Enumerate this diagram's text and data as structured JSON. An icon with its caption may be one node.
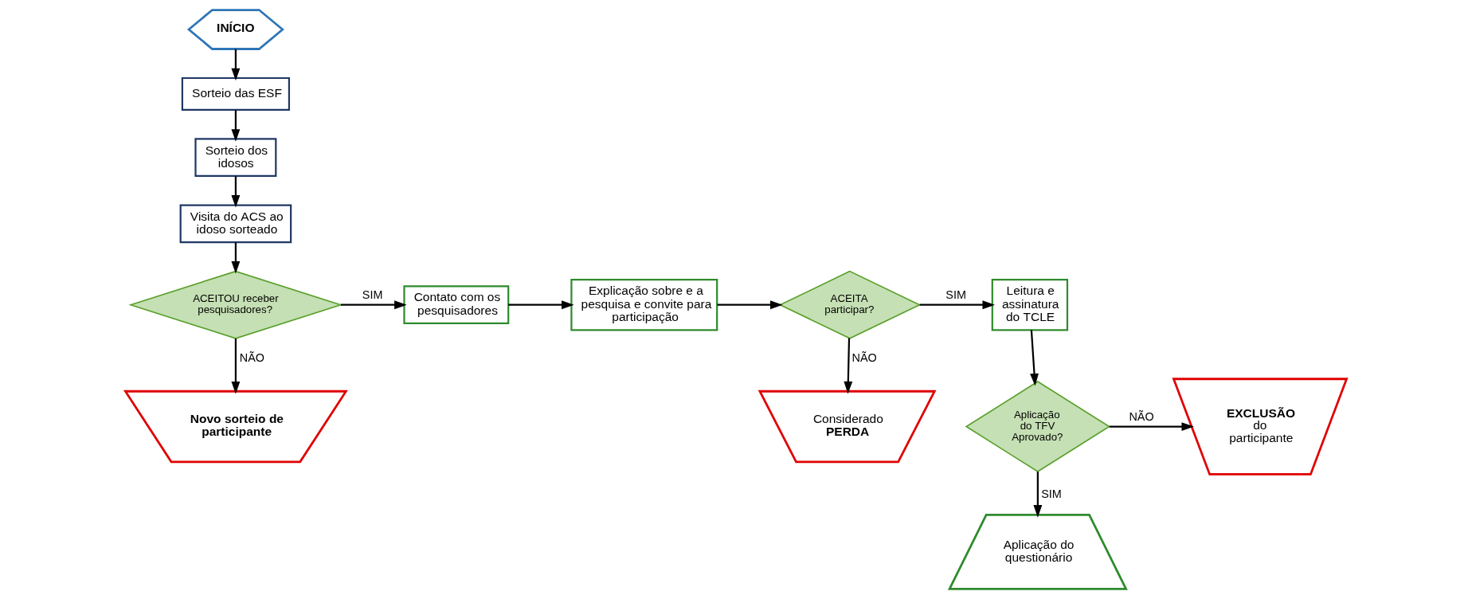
{
  "diagram": {
    "nodes": [
      {
        "text": [
          "INÍCIO"
        ]
      },
      {
        "text": [
          "Sorteio das ESF"
        ]
      },
      {
        "text": [
          "Sorteio dos idosos"
        ]
      },
      {
        "text": [
          "Visita do ACS ao idoso sorteado"
        ]
      },
      {
        "text": [
          "ACEITOU receber pesquisadores?"
        ]
      },
      {
        "text": [
          "Novo sorteio de participante"
        ]
      },
      {
        "text": [
          "Contato com os pesquisadores"
        ]
      },
      {
        "text": [
          "Explicação sobre e a pesquisa e convite para participação"
        ]
      },
      {
        "text": [
          "ACEITA participar?"
        ]
      },
      {
        "text": [
          "Considerado **PERDA**"
        ]
      },
      {
        "text": [
          "Leitura e assinatura do TCLE"
        ]
      },
      {
        "text": [
          "Aplicação do TFV Aprovado?"
        ]
      },
      {
        "text": [
          "**EXCLUSÃO** do participante"
        ]
      },
      {
        "text": [
          "Aplicação do questionário"
        ]
      }
    ],
    "edges": [
      {
        "from": 0,
        "to": 1,
        "arrow": "to"
      },
      {
        "from": 1,
        "to": 2,
        "arrow": "to"
      },
      {
        "from": 2,
        "to": 3,
        "arrow": "to"
      },
      {
        "from": 3,
        "to": 4,
        "arrow": "to"
      },
      {
        "from": 4,
        "to": 5,
        "arrow": "to",
        "label": "NÃO"
      },
      {
        "from": 4,
        "to": 6,
        "arrow": "to",
        "label": "SIM"
      },
      {
        "from": 6,
        "to": 7,
        "arrow": "to"
      },
      {
        "from": 7,
        "to": 8,
        "arrow": "to"
      },
      {
        "from": 8,
        "to": 9,
        "arrow": "to",
        "label": "NÃO"
      },
      {
        "from": 8,
        "to": 10,
        "arrow": "to",
        "label": "SIM"
      },
      {
        "from": 10,
        "to": 11,
        "arrow": "to"
      },
      {
        "from": 11,
        "to": 12,
        "arrow": "to",
        "label": "NÃO"
      },
      {
        "from": 11,
        "to": 13,
        "arrow": "to",
        "label": "SIM"
      }
    ]
  }
}
